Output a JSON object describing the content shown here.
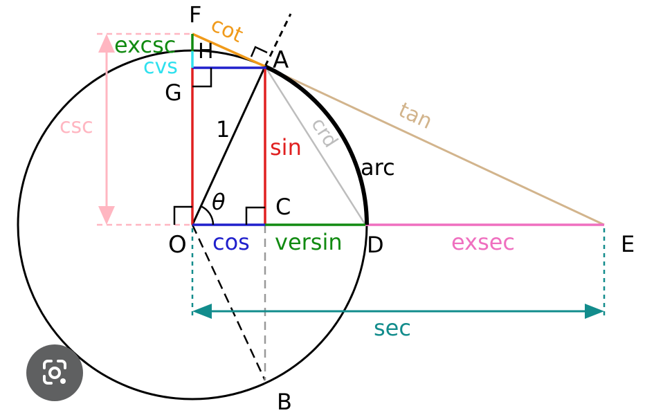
{
  "labels": {
    "F": "F",
    "H": "H",
    "A": "A",
    "G": "G",
    "O": "O",
    "C": "C",
    "D": "D",
    "E": "E",
    "B": "B",
    "one": "1",
    "theta": "θ"
  },
  "functions": {
    "excsc": "excsc",
    "cot": "cot",
    "cvs": "cvs",
    "csc": "csc",
    "tan": "tan",
    "crd": "crd",
    "arc": "arc",
    "sin": "sin",
    "cos": "cos",
    "versin": "versin",
    "exsec": "exsec",
    "sec": "sec"
  },
  "colors": {
    "sin": "#e02020",
    "cos": "#2020cc",
    "versin": "#118a11",
    "excsc": "#118a11",
    "cot": "#f09a1a",
    "cvs": "#2ee0ee",
    "csc": "#ffb6c1",
    "tan": "#d2b48c",
    "crd": "#bdbdbd",
    "exsec": "#ef6fbf",
    "sec": "#128c8c",
    "arc": "#000000"
  },
  "icons": {
    "lens": "google-lens-icon"
  }
}
